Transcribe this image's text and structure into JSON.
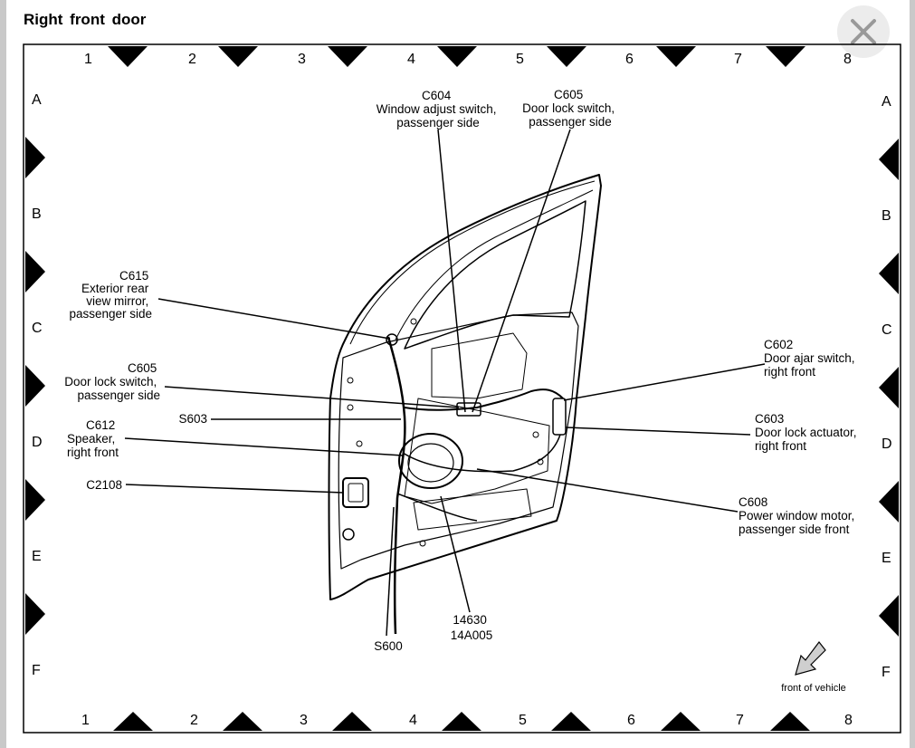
{
  "window": {
    "title": "Right  front  door",
    "close_icon": "close-icon"
  },
  "grid": {
    "columns": [
      "1",
      "2",
      "3",
      "4",
      "5",
      "6",
      "7",
      "8"
    ],
    "rows": [
      "A",
      "B",
      "C",
      "D",
      "E",
      "F"
    ]
  },
  "callouts": {
    "c604": [
      "C604",
      "Window adjust switch,",
      "passenger side"
    ],
    "c605_top": [
      "C605",
      "Door lock switch,",
      "passenger side"
    ],
    "c615": [
      "C615",
      "Exterior rear",
      "view mirror,",
      "passenger side"
    ],
    "c605_left": [
      "C605",
      "Door lock switch,",
      "passenger side"
    ],
    "s603": [
      "S603"
    ],
    "c612": [
      "C612",
      "Speaker,",
      "right front"
    ],
    "c2108": [
      "C2108"
    ],
    "c602": [
      "C602",
      "Door ajar switch,",
      "right front"
    ],
    "c603": [
      "C603",
      "Door lock actuator,",
      "right front"
    ],
    "c608": [
      "C608",
      "Power window motor,",
      "passenger side front"
    ],
    "harness": [
      "14630",
      "14A005"
    ],
    "s600": [
      "S600"
    ]
  },
  "indicator": {
    "label": "front of vehicle",
    "icon": "arrow-icon"
  },
  "colors": {
    "background": "#c9c9c9",
    "paper": "#ffffff",
    "ink": "#000000",
    "close_bg": "#ececec",
    "close_x": "#999999"
  }
}
